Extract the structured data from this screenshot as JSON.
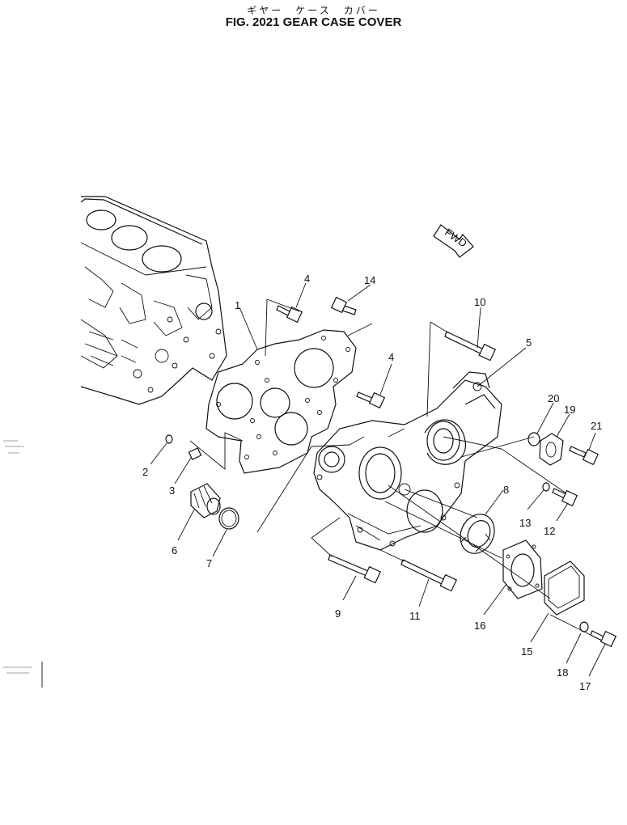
{
  "title_jp": "ギヤー　ケース　カバー",
  "title": "FIG. 2021 GEAR CASE COVER",
  "fwd_label": "FWD",
  "callouts": {
    "c1": "1",
    "c2": "2",
    "c3": "3",
    "c4a": "4",
    "c4b": "4",
    "c5": "5",
    "c6": "6",
    "c7": "7",
    "c8": "8",
    "c9": "9",
    "c10": "10",
    "c11": "11",
    "c12": "12",
    "c13": "13",
    "c14": "14",
    "c15": "15",
    "c16": "16",
    "c17": "17",
    "c18": "18",
    "c19": "19",
    "c20": "20",
    "c21": "21"
  }
}
